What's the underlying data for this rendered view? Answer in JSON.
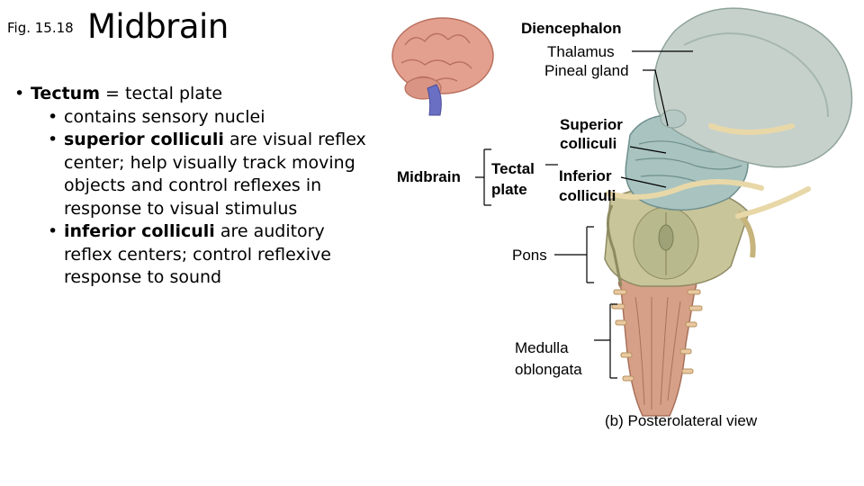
{
  "header": {
    "fig_number": "Fig. 15.18",
    "title": "Midbrain"
  },
  "bullets": {
    "b1": {
      "term": "Tectum",
      "rest": " = tectal plate"
    },
    "b1_1": "contains sensory nuclei",
    "b1_2": {
      "term": "superior colliculi",
      "rest": " are visual reflex center; help visually track moving objects and control reflexes in response to visual stimulus"
    },
    "b1_3": {
      "term": "inferior colliculi",
      "rest": " are auditory reflex centers; control reflexive response to sound"
    }
  },
  "figure": {
    "labels": {
      "diencephalon": "Diencephalon",
      "thalamus": "Thalamus",
      "pineal": "Pineal gland",
      "superior": "Superior\ncolliculi",
      "midbrain": "Midbrain",
      "tectal": "Tectal\nplate",
      "inferior": "Inferior\ncolliculi",
      "pons": "Pons",
      "medulla": "Medulla\noblongata",
      "caption": "(b) Posterolateral view"
    }
  }
}
